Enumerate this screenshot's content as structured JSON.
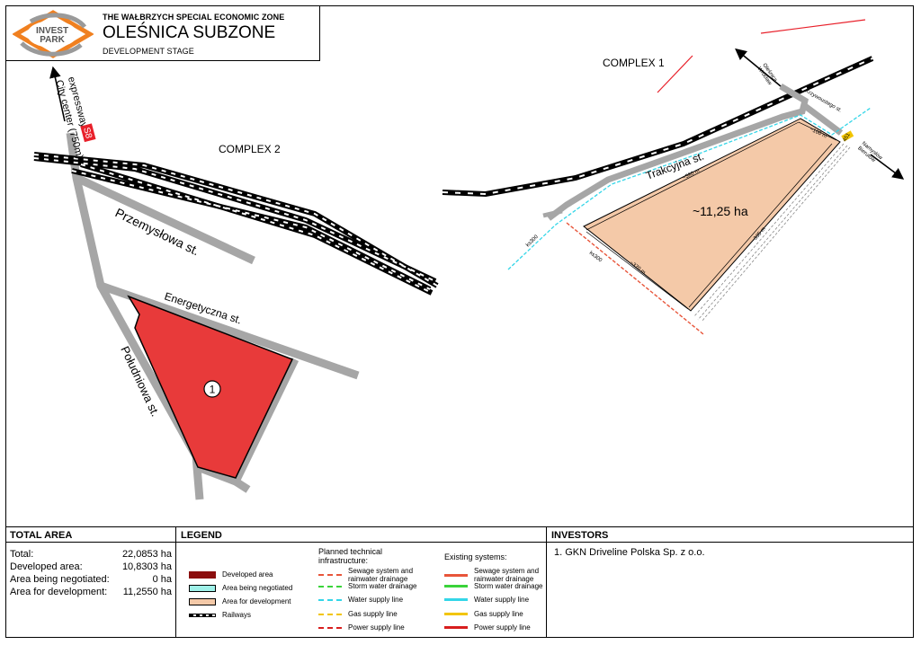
{
  "header": {
    "logo_text_line1": "INVEST",
    "logo_text_line2": "PARK",
    "zone": "THE WAŁBRZYCH SPECIAL ECONOMIC ZONE",
    "title": "OLEŚNICA SUBZONE",
    "stage": "DEVELOPMENT STAGE"
  },
  "map": {
    "complex1_label": "COMPLEX 1",
    "complex2_label": "COMPLEX 2",
    "expressway_line1": "expressway",
    "expressway_line2": "City center (750m)",
    "expressway_badge": "S8",
    "streets": {
      "przemyslowa": "Przemysłowa st.",
      "energetyczna": "Energetyczna st.",
      "poludniowa": "Południowa st.",
      "trakcyjna": "Trakcyjna st.",
      "krzywoustego": "Krzywoustego st."
    },
    "directions": {
      "olesnica_wroclaw_1": "Oleśnica",
      "olesnica_wroclaw_2": "Wrocław",
      "namyslow_1": "Namysłów",
      "namyslow_2": "Bierutów"
    },
    "plot1_number": "1",
    "plot_area": "~11,25 ha",
    "dimensions": {
      "d100": "~100 m",
      "d580": "~580 m",
      "d335": "~335 m",
      "d370": "~370 m",
      "ks300a": "ks300",
      "ks300b": "ks300",
      "ks451": "451"
    },
    "colors": {
      "developed": "#e83a3a",
      "development": "#f4c9a8",
      "road": "#a6a6a6"
    }
  },
  "total_area": {
    "title": "TOTAL AREA",
    "rows": [
      {
        "label": "Total:",
        "value": "22,0853 ha"
      },
      {
        "label": "Developed area:",
        "value": "10,8303 ha"
      },
      {
        "label": "Area being negotiated:",
        "value": "0 ha"
      },
      {
        "label": "Area for development:",
        "value": "11,2550 ha"
      }
    ]
  },
  "legend": {
    "title": "LEGEND",
    "items": [
      {
        "label": "Developed area",
        "color": "#8b0e0e"
      },
      {
        "label": "Area being negotiated",
        "color": "#9ef0e8"
      },
      {
        "label": "Area for development",
        "color": "#f4c9a8"
      },
      {
        "label": "Railways"
      }
    ],
    "planned_title_1": "Planned technical",
    "planned_title_2": "infrastructure:",
    "existing_title": "Existing systems:",
    "planned": [
      {
        "label1": "Sewage system and",
        "label2": "rainwater drainage",
        "color": "#e8553a"
      },
      {
        "label1": "Storm water drainage",
        "label2": "",
        "color": "#3ad33a"
      },
      {
        "label1": "Water supply line",
        "label2": "",
        "color": "#33d6e8"
      },
      {
        "label1": "Gas supply line",
        "label2": "",
        "color": "#f2c500"
      },
      {
        "label1": "Power supply line",
        "label2": "",
        "color": "#d81e1e"
      }
    ],
    "existing": [
      {
        "label1": "Sewage system and",
        "label2": "rainwater drainage",
        "color": "#e8553a"
      },
      {
        "label1": "Storm water drainage",
        "label2": "",
        "color": "#3ad33a"
      },
      {
        "label1": "Water supply line",
        "label2": "",
        "color": "#33d6e8"
      },
      {
        "label1": "Gas supply line",
        "label2": "",
        "color": "#f2c500"
      },
      {
        "label1": "Power supply line",
        "label2": "",
        "color": "#d81e1e"
      }
    ]
  },
  "investors": {
    "title": "INVESTORS",
    "items": [
      "1. GKN Driveline Polska Sp. z o.o."
    ]
  }
}
